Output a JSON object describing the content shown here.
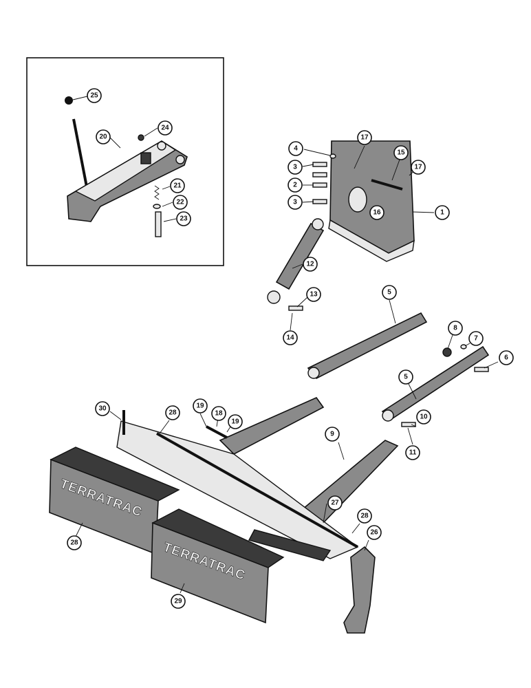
{
  "weight_text": "TERRATRAC",
  "callouts": [
    {
      "id": "c25",
      "label": "25"
    },
    {
      "id": "c24",
      "label": "24"
    },
    {
      "id": "c20",
      "label": "20"
    },
    {
      "id": "c21",
      "label": "21"
    },
    {
      "id": "c22",
      "label": "22"
    },
    {
      "id": "c23",
      "label": "23"
    },
    {
      "id": "c4",
      "label": "4"
    },
    {
      "id": "c17a",
      "label": "17"
    },
    {
      "id": "c15",
      "label": "15"
    },
    {
      "id": "c17b",
      "label": "17"
    },
    {
      "id": "c3a",
      "label": "3"
    },
    {
      "id": "c2",
      "label": "2"
    },
    {
      "id": "c3b",
      "label": "3"
    },
    {
      "id": "c16",
      "label": "16"
    },
    {
      "id": "c1",
      "label": "1"
    },
    {
      "id": "c12",
      "label": "12"
    },
    {
      "id": "c13",
      "label": "13"
    },
    {
      "id": "c14",
      "label": "14"
    },
    {
      "id": "c5a",
      "label": "5"
    },
    {
      "id": "c8",
      "label": "8"
    },
    {
      "id": "c7",
      "label": "7"
    },
    {
      "id": "c6",
      "label": "6"
    },
    {
      "id": "c5b",
      "label": "5"
    },
    {
      "id": "c10",
      "label": "10"
    },
    {
      "id": "c11",
      "label": "11"
    },
    {
      "id": "c30",
      "label": "30"
    },
    {
      "id": "c28a",
      "label": "28"
    },
    {
      "id": "c19a",
      "label": "19"
    },
    {
      "id": "c18",
      "label": "18"
    },
    {
      "id": "c19b",
      "label": "19"
    },
    {
      "id": "c9",
      "label": "9"
    },
    {
      "id": "c27",
      "label": "27"
    },
    {
      "id": "c28b",
      "label": "28"
    },
    {
      "id": "c28c",
      "label": "28"
    },
    {
      "id": "c26",
      "label": "26"
    },
    {
      "id": "c29",
      "label": "29"
    }
  ]
}
